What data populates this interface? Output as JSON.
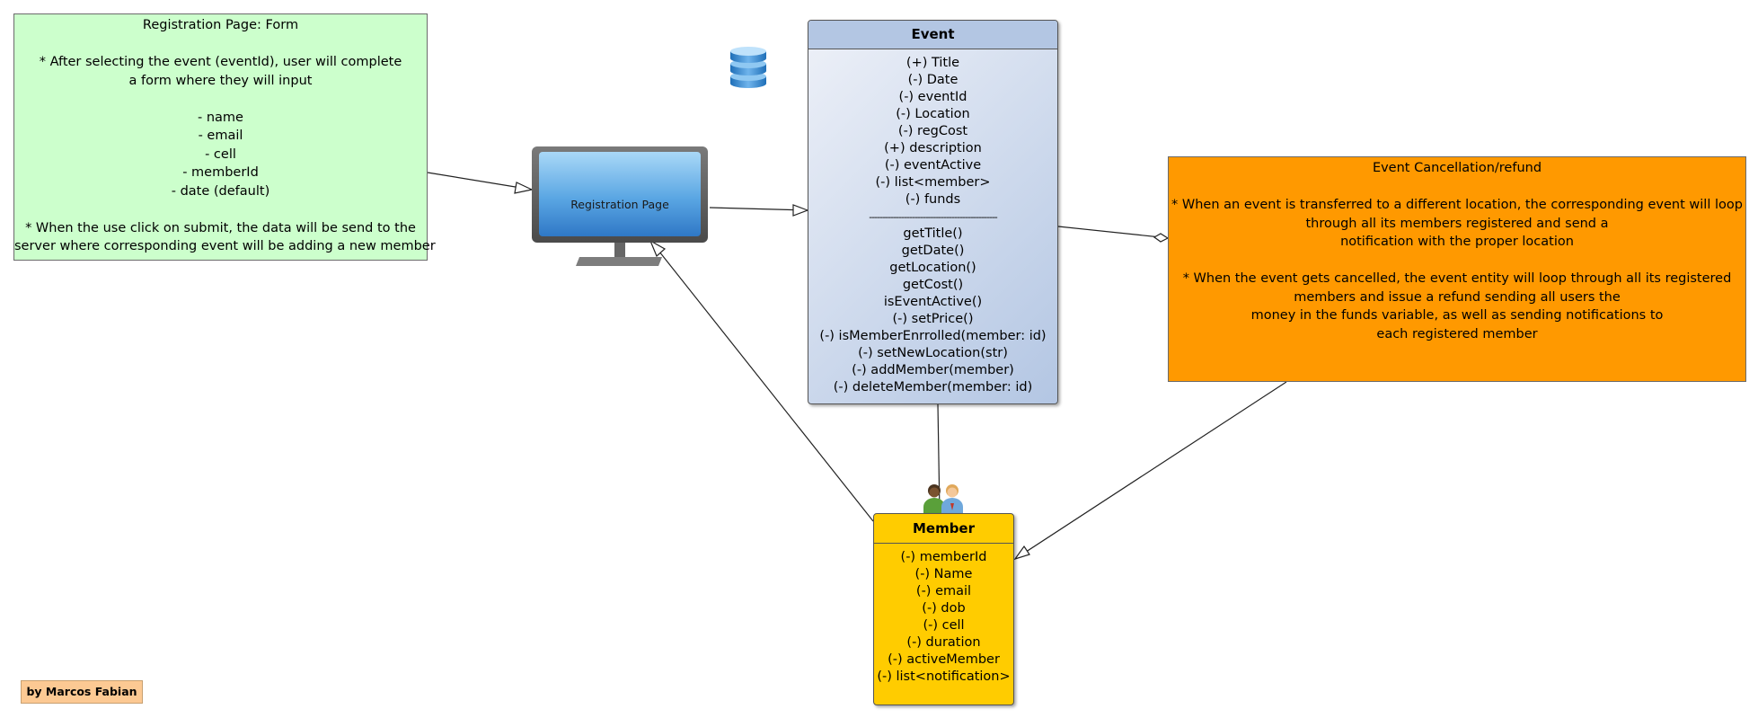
{
  "notes": {
    "form": {
      "lines": [
        "Registration Page: Form",
        "",
        "* After selecting the event (eventId), user will complete",
        "a form where they will input",
        "",
        "- name",
        "- email",
        "- cell",
        "- memberId",
        "- date (default)",
        "",
        "* When the use click on submit, the data will be send to the",
        "server where corresponding event will be adding a new member"
      ]
    },
    "cancellation": {
      "lines": [
        "Event Cancellation/refund",
        "",
        "* When an event is transferred to a different location, the corresponding event will loop",
        "through all its members registered and send a",
        "notification with the proper location",
        "",
        "* When the event gets cancelled, the event entity will loop through all its registered",
        "members and issue a refund sending all users the",
        "money in the funds variable, as well as sending notifications to",
        "each registered member"
      ]
    }
  },
  "monitor": {
    "label": "Registration Page",
    "icon": "monitor-icon"
  },
  "database": {
    "icon": "database-icon"
  },
  "event_class": {
    "title": "Event",
    "attributes": [
      "(+) Title",
      "(-) Date",
      "(-) eventId",
      "(-) Location",
      "(-)  regCost",
      "(+) description",
      "(-)  eventActive",
      "(-)  list<member>",
      "(-)  funds"
    ],
    "separator": "------------------------------------------------",
    "methods": [
      "getTitle()",
      "getDate()",
      "getLocation()",
      "getCost()",
      "isEventActive()",
      "(-) setPrice()",
      "(-) isMemberEnrrolled(member: id)",
      "(-) setNewLocation(str)",
      "(-) addMember(member)",
      "(-) deleteMember(member: id)"
    ]
  },
  "member_class": {
    "title": "Member",
    "icon": "people-icon",
    "attributes": [
      "(-)  memberId",
      "(-)  Name",
      "(-)  email",
      "(-)  dob",
      "(-)  cell",
      "(-)  duration",
      "(-)  activeMember",
      "(-)  list<notification>"
    ]
  },
  "signature": "by Marcos Fabian",
  "colors": {
    "form_note": "#ccffcc",
    "cancel_note": "#ff9900",
    "event_fill": "#b3c6e3",
    "member_fill": "#ffcc00",
    "signature_fill": "#fcc993"
  }
}
